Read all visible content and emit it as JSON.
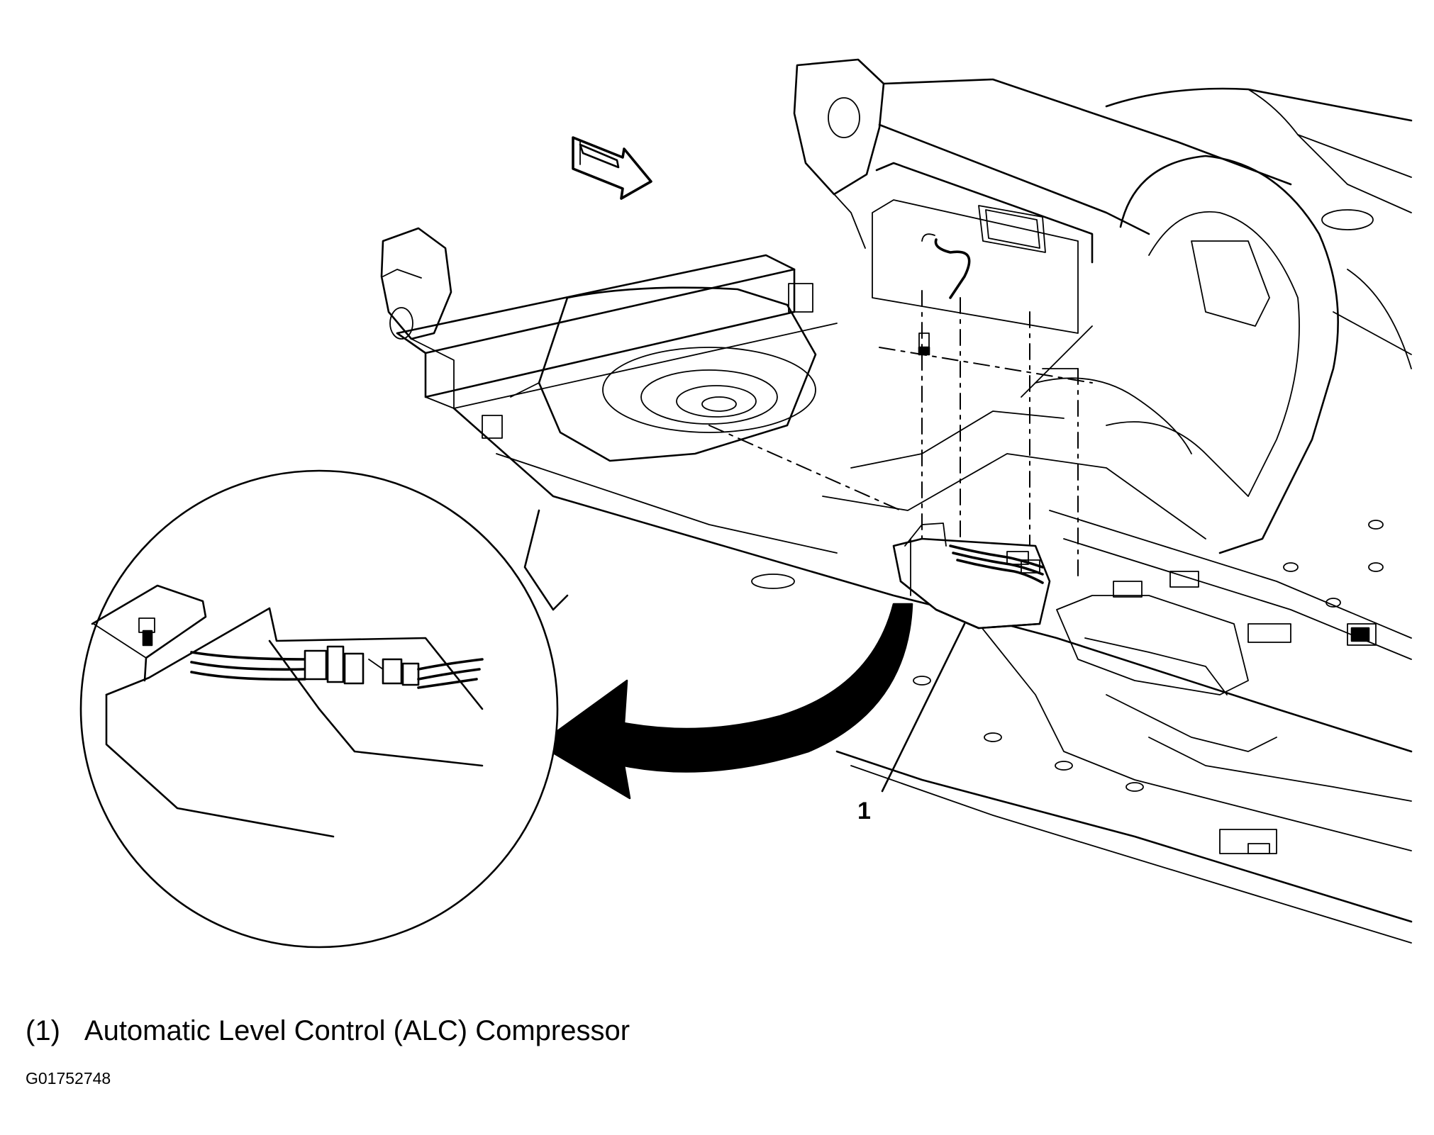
{
  "callouts": [
    {
      "number": "1",
      "component": "Automatic Level Control (ALC) Compressor"
    }
  ],
  "legend": {
    "number_label": "(1)",
    "text": "Automatic Level Control (ALC) Compressor"
  },
  "figure_id": "G01752748",
  "icons": {
    "direction_arrow": "front-direction-arrow-icon",
    "detail_arrow": "curved-detail-arrow-icon"
  }
}
